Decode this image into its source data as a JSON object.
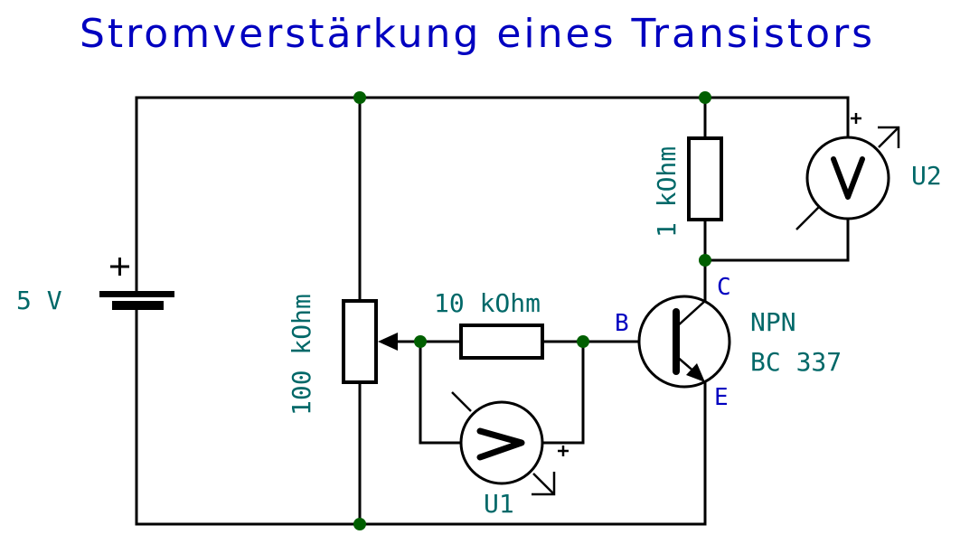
{
  "title": "Stromverstärkung eines Transistors",
  "colors": {
    "title": "#0000c0",
    "value_label": "#006868",
    "pin_label": "#0000c0",
    "wire": "#000000",
    "junction": "#005f00",
    "background": "#ffffff"
  },
  "components": {
    "battery": {
      "label": "5 V",
      "polarity": "+"
    },
    "potentiometer": {
      "label": "100 kOhm"
    },
    "base_resistor": {
      "label": "10 kOhm"
    },
    "collector_resistor": {
      "label": "1 kOhm"
    },
    "transistor": {
      "type": "NPN",
      "part": "BC 337",
      "pins": {
        "base": "B",
        "collector": "C",
        "emitter": "E"
      }
    },
    "voltmeter_u1": {
      "label": "U1",
      "symbol": ">",
      "polarity": "+"
    },
    "voltmeter_u2": {
      "label": "U2",
      "symbol": "V",
      "polarity": "+"
    }
  }
}
